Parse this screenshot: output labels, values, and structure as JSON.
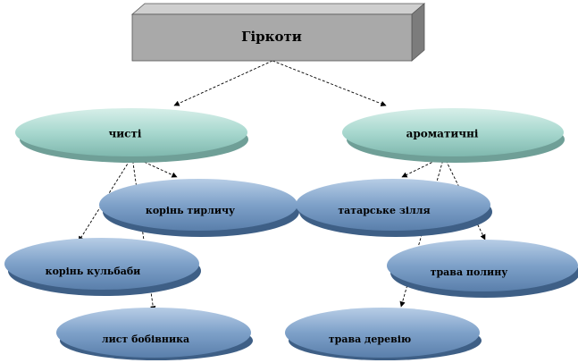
{
  "root": {
    "label": "Гіркоти"
  },
  "groups": [
    {
      "label": "чисті",
      "children": [
        "корінь тирличу",
        "корінь кульбаби",
        "лист бобівника"
      ]
    },
    {
      "label": "ароматичні",
      "children": [
        "татарське зілля",
        "трава полину",
        "трава деревію"
      ]
    }
  ],
  "colors": {
    "box_front": "#a9a9a9",
    "box_top": "#cfcfcf",
    "box_side": "#7c7c7c",
    "group_fill": "#a8d8cf",
    "child_fill": "#7ea1c9",
    "arrow": "#000000"
  }
}
